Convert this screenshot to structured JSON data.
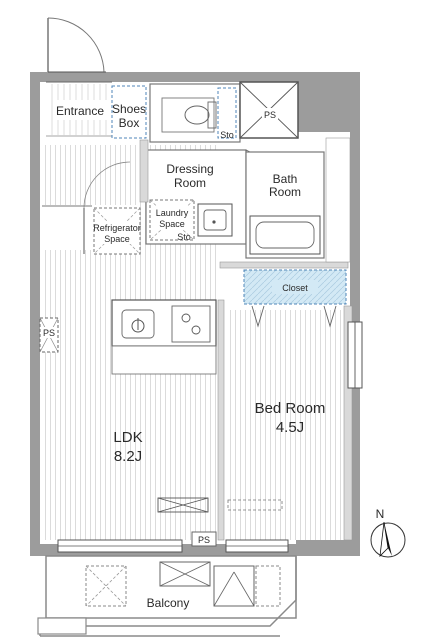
{
  "rooms": {
    "entrance": "Entrance",
    "shoes_box_1": "Shoes",
    "shoes_box_2": "Box",
    "dressing_1": "Dressing",
    "dressing_2": "Room",
    "bath_1": "Bath",
    "bath_2": "Room",
    "laundry_1": "Laundry",
    "laundry_2": "Space",
    "refrigerator_1": "Refrigerator",
    "refrigerator_2": "Space",
    "closet": "Closet",
    "ldk_1": "LDK",
    "ldk_2": "8.2J",
    "bedroom_1": "Bed Room",
    "bedroom_2": "4.5J",
    "balcony": "Balcony"
  },
  "fixtures": {
    "ps": "PS",
    "sto": "Sto"
  },
  "compass": {
    "north": "N"
  },
  "colors": {
    "wall": "#a0a0a0",
    "outer_wall": "#8f8f8f",
    "floor_lines": "#d4d4d4",
    "closet_fill": "#cde6f2",
    "storage_dash": "#8fb6d3"
  }
}
